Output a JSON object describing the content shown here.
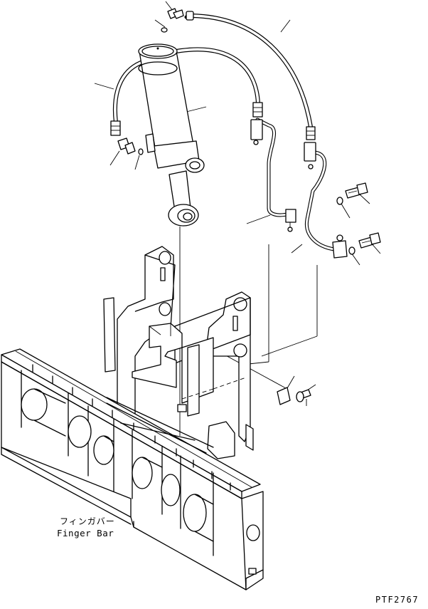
{
  "finger_bar_label": {
    "japanese": "フィンガバー",
    "english": "Finger Bar"
  },
  "drawing_code": "PTF2767",
  "parts": [
    "elbow-fitting-top",
    "o-ring-top",
    "hose-long-right",
    "hose-left",
    "lift-cylinder",
    "elbow-fitting-left",
    "o-ring-left",
    "steel-tube-center",
    "steel-tube-right",
    "bolt-upper",
    "washer-upper",
    "bolt-lower",
    "washer-lower",
    "plate",
    "pin",
    "lift-arm-frame",
    "finger-bar"
  ]
}
